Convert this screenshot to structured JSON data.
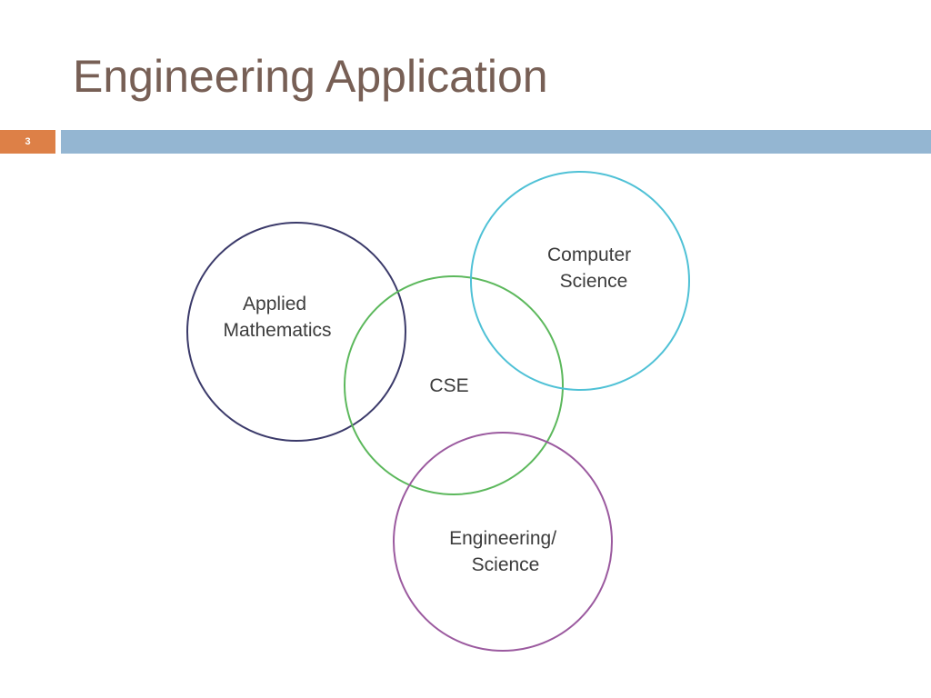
{
  "slide": {
    "title": "Engineering Application",
    "page_number": "3"
  },
  "colors": {
    "title": "#775f55",
    "badge": "#dd8047",
    "rule_bar": "#94b6d2",
    "label_text": "#3c3c3c"
  },
  "diagram": {
    "circles": [
      {
        "id": "applied-mathematics",
        "lines": [
          "Applied",
          "Mathematics"
        ],
        "stroke": "#3b3a6a"
      },
      {
        "id": "cse",
        "lines": [
          "CSE"
        ],
        "stroke": "#5cb85c"
      },
      {
        "id": "computer-science",
        "lines": [
          "Computer",
          "Science"
        ],
        "stroke": "#4fc1d6"
      },
      {
        "id": "engineering-science",
        "lines": [
          "Engineering/",
          "Science"
        ],
        "stroke": "#9b5a9f"
      }
    ]
  }
}
